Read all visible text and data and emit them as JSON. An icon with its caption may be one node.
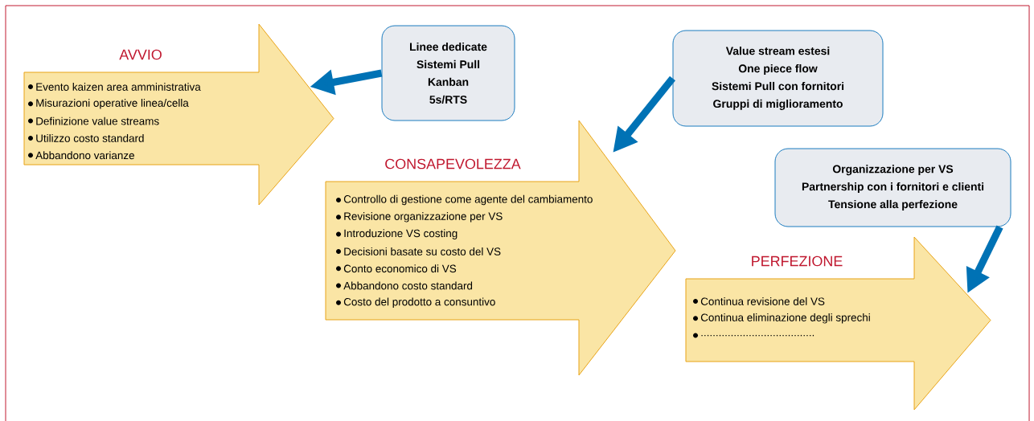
{
  "diagram": {
    "nodes": [
      {
        "text": [
          "AVVIO",
          "Evento kaizen area amministrativa",
          "Misurazioni operative linea/cella",
          "Definizione value streams",
          "Utilizzo costo standard",
          "Abbandono varianze"
        ]
      },
      {
        "text": [
          "Linee dedicate",
          "Sistemi Pull",
          "Kanban",
          "5s/RTS"
        ]
      },
      {
        "text": [
          "CONSAPEVOLEZZA",
          "Controllo di gestione come agente del cambiamento",
          "Revisione organizzazione per VS",
          "Introduzione VS costing",
          "Decisioni basate su costo del VS",
          "Conto economico di VS",
          "Abbandono costo standard",
          "Costo del prodotto a consuntivo"
        ]
      },
      {
        "text": [
          "Value stream estesi",
          "One piece flow",
          "Sistemi Pull con fornitori",
          "Gruppi di miglioramento"
        ]
      },
      {
        "text": [
          "Organizzazione per VS",
          "Partnership con i fornitori e clienti",
          "Tensione alla perfezione"
        ]
      },
      {
        "text": [
          "PERFEZIONE",
          "Continua revisione del VS",
          "Continua eliminazione degli sprechi",
          "......................................"
        ]
      }
    ],
    "edges": [
      {
        "from": 1,
        "to": 0,
        "arrow": "to"
      },
      {
        "from": 3,
        "to": 2,
        "arrow": "to"
      },
      {
        "from": 4,
        "to": 5,
        "arrow": "to"
      }
    ]
  }
}
